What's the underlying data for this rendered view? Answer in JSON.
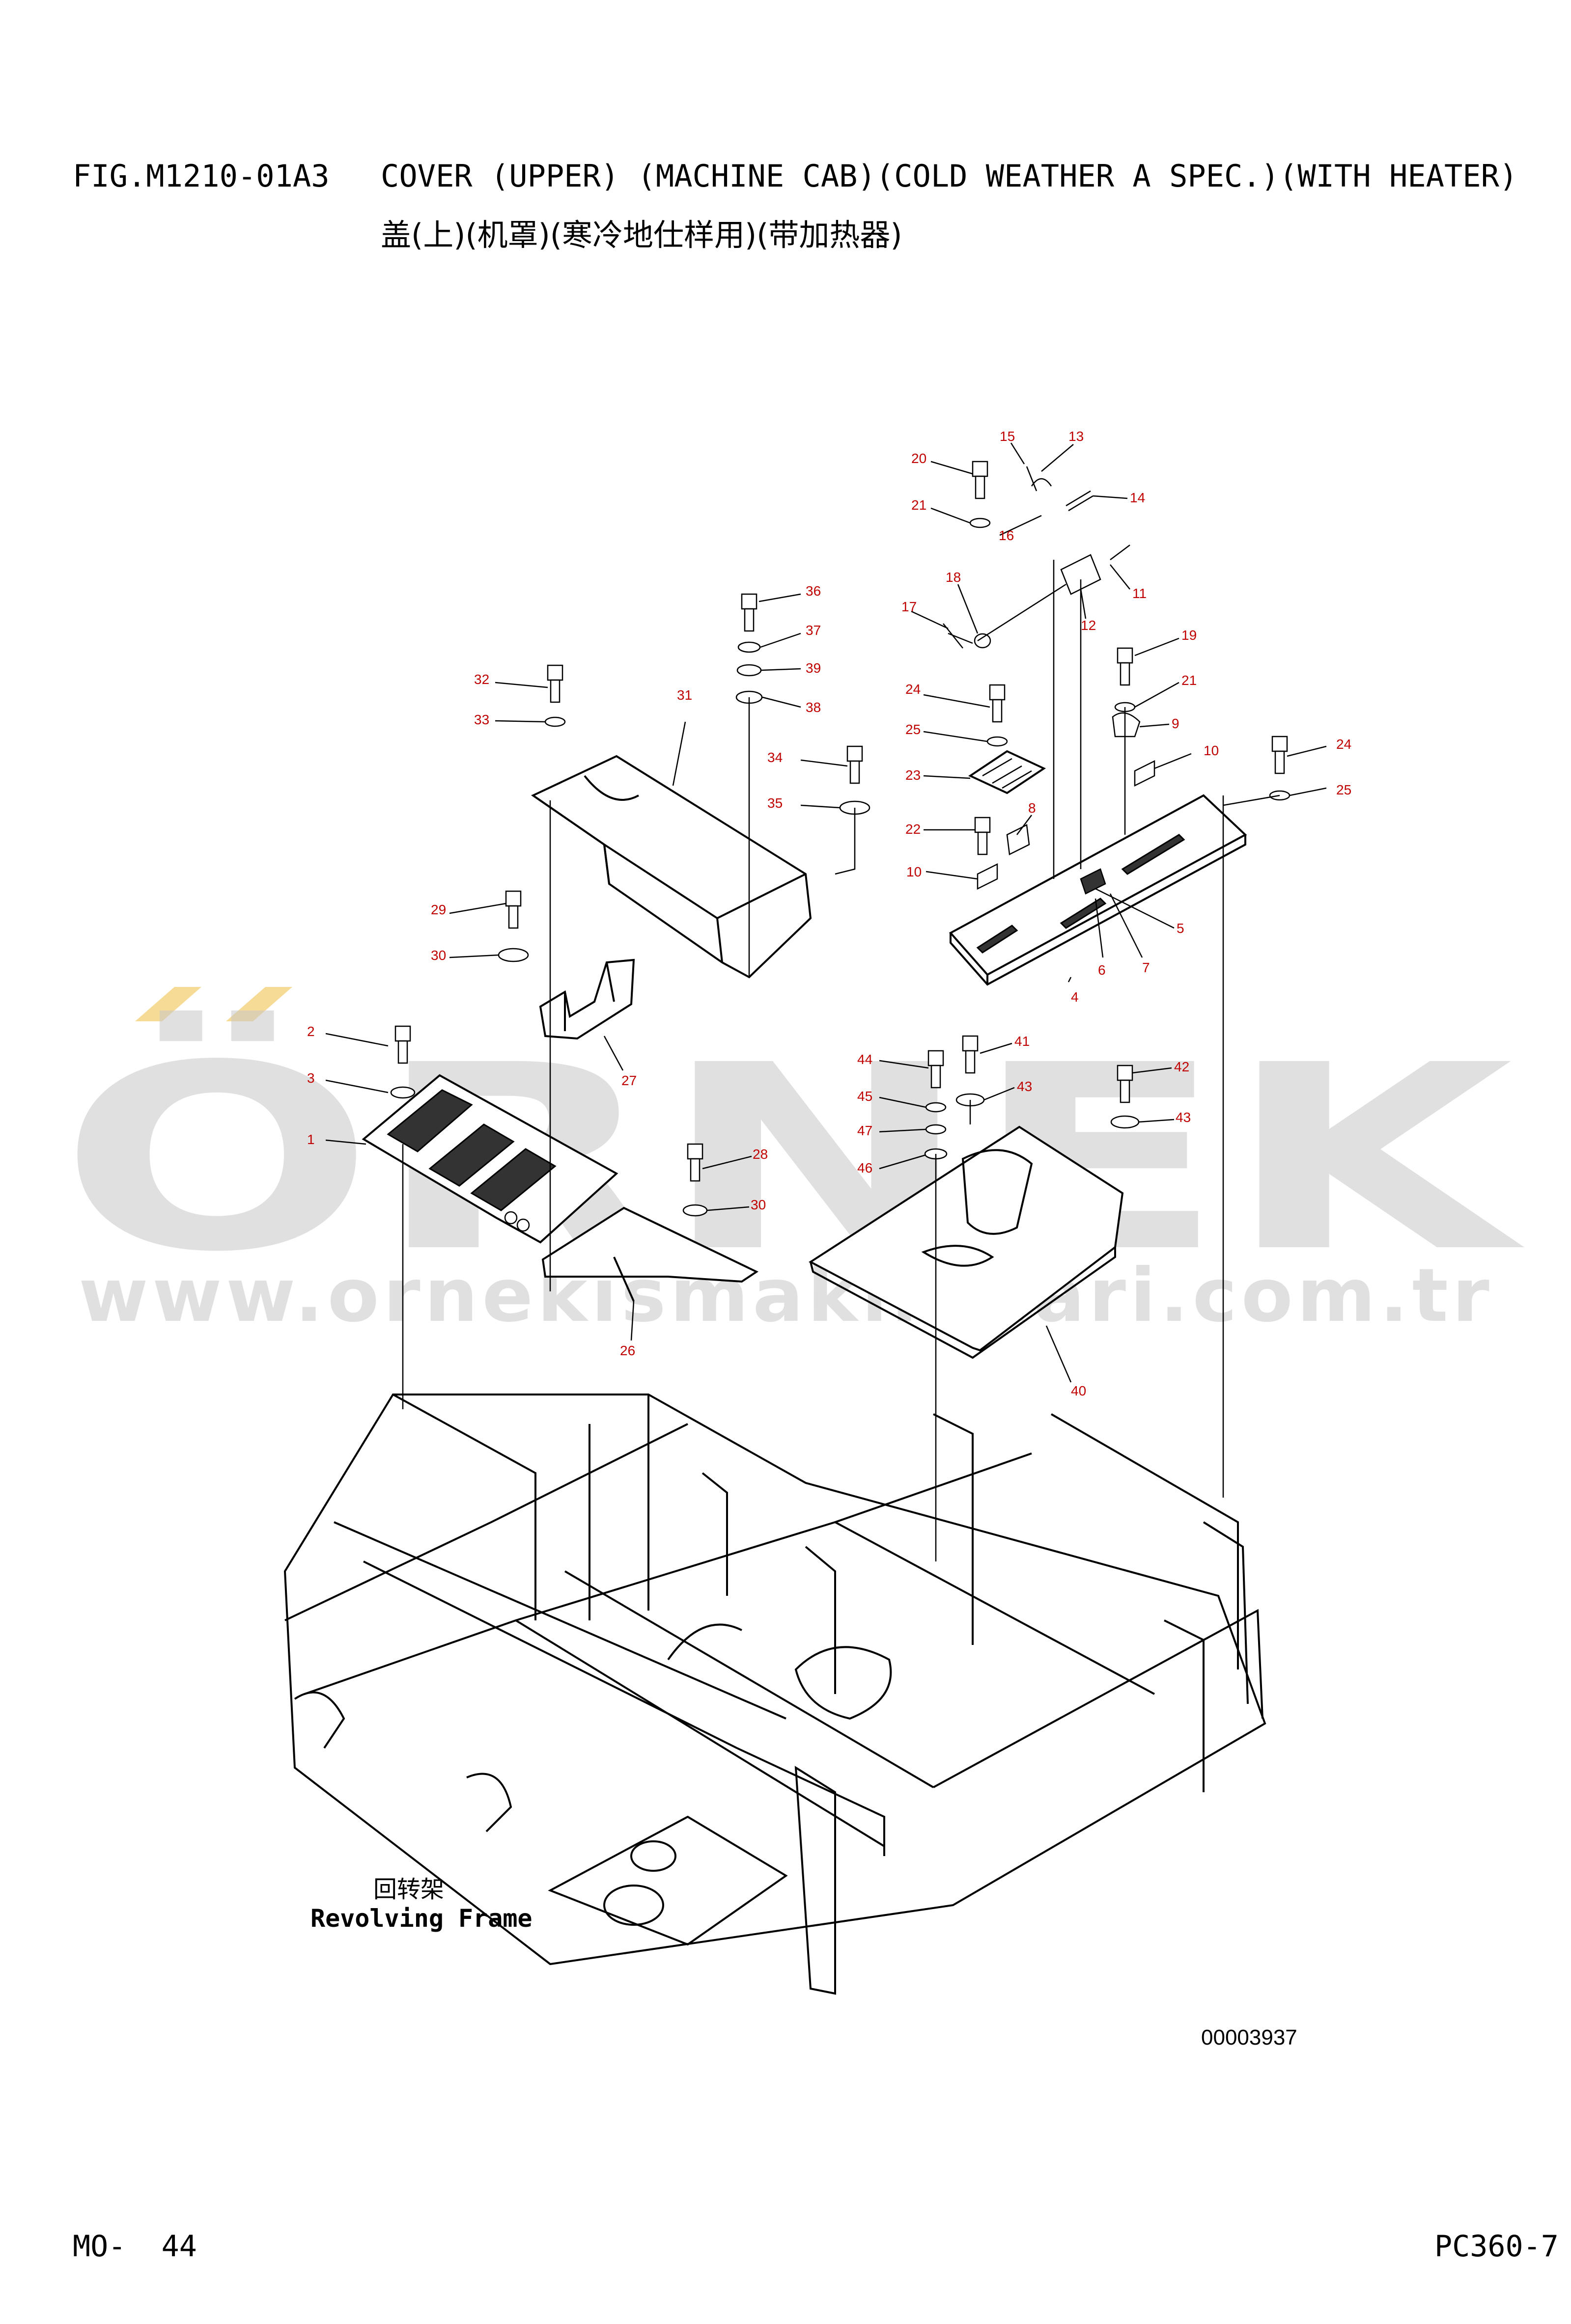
{
  "header": {
    "fig_code": "FIG.M1210-01A3",
    "title_en": "COVER (UPPER) (MACHINE CAB)(COLD WEATHER A SPEC.)(WITH HEATER)",
    "title_cn": "盖(上)(机罩)(寒冷地仕样用)(带加热器)"
  },
  "frame_label": {
    "cn": "回转架",
    "en": "Revolving Frame"
  },
  "drawing_number": "00003937",
  "footer": {
    "page": "MO-  44",
    "model": "PC360-7"
  },
  "watermark": {
    "brand": "ÖRNEK",
    "url": "www.ornekismakinalari.com.tr"
  },
  "callouts": [
    "1",
    "2",
    "3",
    "4",
    "5",
    "6",
    "7",
    "8",
    "9",
    "10",
    "10",
    "11",
    "12",
    "13",
    "14",
    "15",
    "16",
    "17",
    "18",
    "19",
    "20",
    "21",
    "21",
    "22",
    "23",
    "24",
    "24",
    "25",
    "25",
    "26",
    "27",
    "28",
    "29",
    "30",
    "30",
    "31",
    "32",
    "33",
    "34",
    "35",
    "36",
    "37",
    "38",
    "39",
    "40",
    "41",
    "42",
    "43",
    "43",
    "44",
    "45",
    "46",
    "47"
  ],
  "colors": {
    "callout": "#c00000",
    "line": "#000000",
    "watermark": "#c8c8c8",
    "watermark_accent": "#f3d27a"
  }
}
